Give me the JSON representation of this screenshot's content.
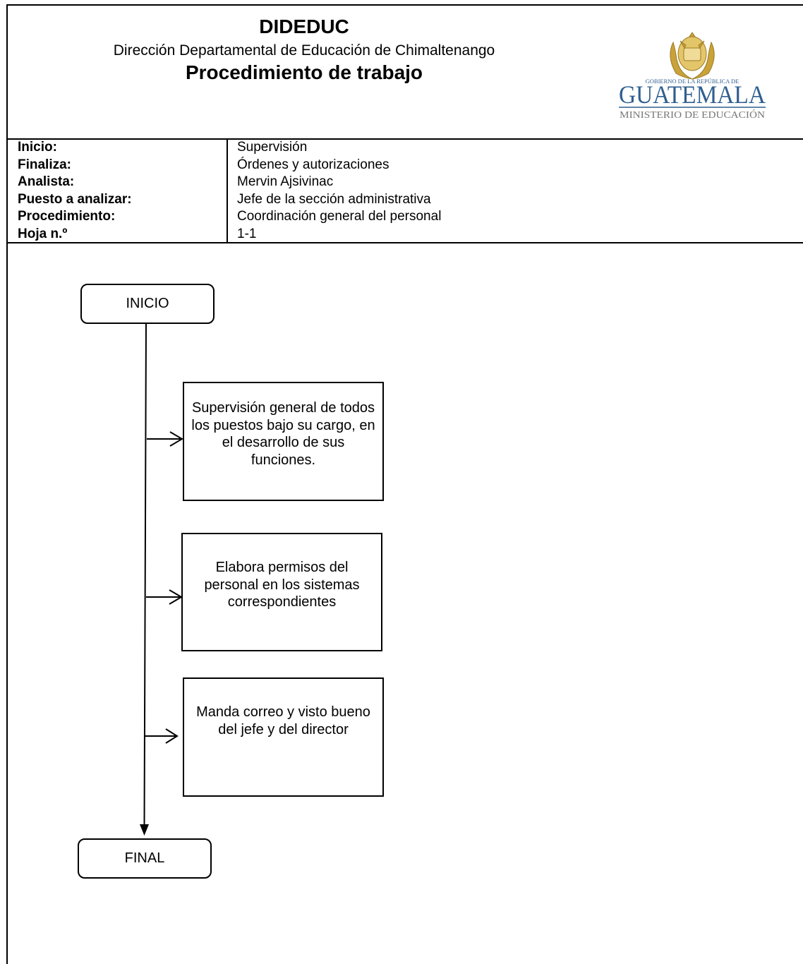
{
  "header": {
    "org": "DIDEDUC",
    "subtitle": "Dirección Departamental de Educación de Chimaltenango",
    "title": "Procedimiento de trabajo",
    "logo": {
      "line1": "GOBIERNO DE LA REPÚBLICA DE",
      "line2": "GUATEMALA",
      "line3": "MINISTERIO DE EDUCACIÓN",
      "icon": "coat-of-arms-icon",
      "accent": "#2f5f8f",
      "gold": "#c9a23a"
    }
  },
  "info": {
    "rows": [
      {
        "label": "Inicio:",
        "value": "Supervisión"
      },
      {
        "label": "Finaliza:",
        "value": "Órdenes y autorizaciones"
      },
      {
        "label": "Analista:",
        "value": "Mervin Ajsivinac"
      },
      {
        "label": "Puesto a analizar:",
        "value": "Jefe de la sección administrativa"
      },
      {
        "label": "Procedimiento:",
        "value": "Coordinación general del personal"
      },
      {
        "label": "Hoja n.º",
        "value": "1-1"
      }
    ]
  },
  "flow": {
    "start": "INICIO",
    "steps": [
      "Supervisión general de todos los puestos bajo su cargo, en el desarrollo de sus funciones.",
      "Elabora permisos del personal en los sistemas correspondientes",
      "Manda correo y visto bueno del jefe y del director"
    ],
    "end": "FINAL"
  }
}
